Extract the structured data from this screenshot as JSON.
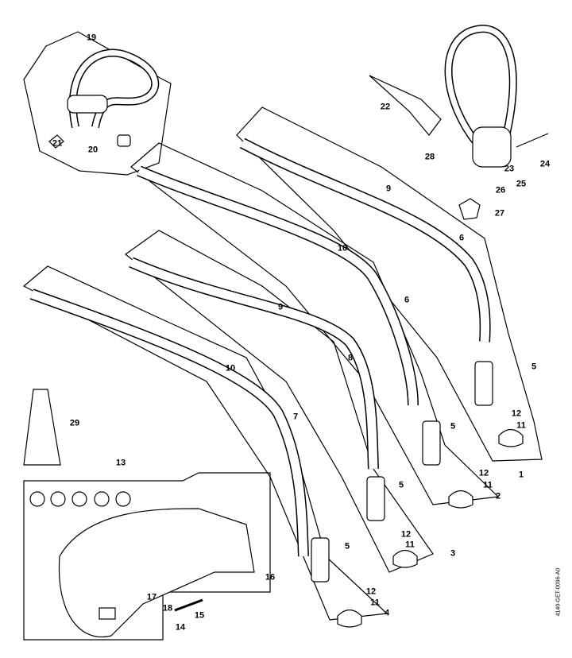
{
  "document_code": "4140-GET-0096-A0",
  "callouts": [
    {
      "part": "19"
    },
    {
      "part": "21"
    },
    {
      "part": "20"
    },
    {
      "part": "22"
    },
    {
      "part": "28"
    },
    {
      "part": "23"
    },
    {
      "part": "24"
    },
    {
      "part": "26"
    },
    {
      "part": "25"
    },
    {
      "part": "27"
    },
    {
      "part": "9"
    },
    {
      "part": "10"
    },
    {
      "part": "6"
    },
    {
      "part": "9"
    },
    {
      "part": "6"
    },
    {
      "part": "10"
    },
    {
      "part": "8"
    },
    {
      "part": "5"
    },
    {
      "part": "12"
    },
    {
      "part": "11"
    },
    {
      "part": "1"
    },
    {
      "part": "5"
    },
    {
      "part": "12"
    },
    {
      "part": "11"
    },
    {
      "part": "2"
    },
    {
      "part": "29"
    },
    {
      "part": "7"
    },
    {
      "part": "13"
    },
    {
      "part": "5"
    },
    {
      "part": "12"
    },
    {
      "part": "11"
    },
    {
      "part": "3"
    },
    {
      "part": "5"
    },
    {
      "part": "16"
    },
    {
      "part": "12"
    },
    {
      "part": "11"
    },
    {
      "part": "4"
    },
    {
      "part": "17"
    },
    {
      "part": "18"
    },
    {
      "part": "15"
    },
    {
      "part": "14"
    }
  ]
}
